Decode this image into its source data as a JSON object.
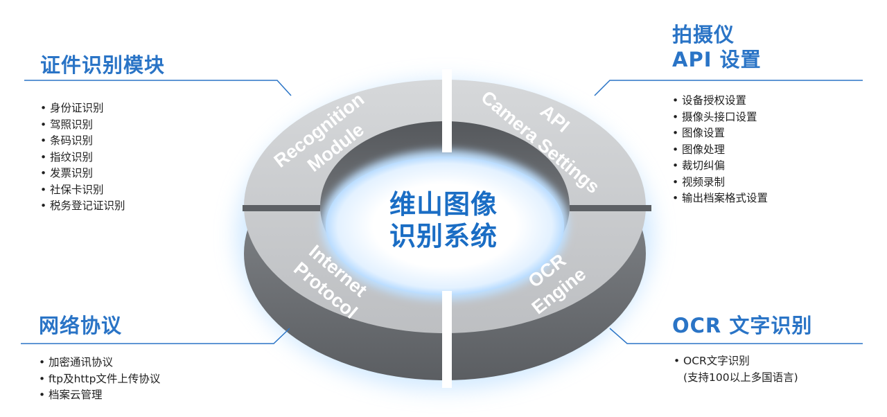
{
  "center": {
    "line1": "维山图像",
    "line2": "识别系统"
  },
  "ring_labels": {
    "top_left": [
      "Recognition",
      "Module"
    ],
    "top_right": [
      "API",
      "Camera Settings"
    ],
    "bottom_left": [
      "Internet",
      "Protocol"
    ],
    "bottom_right": [
      "OCR",
      "Engine"
    ]
  },
  "sections": {
    "top_left": {
      "title": "证件识别模块",
      "items": [
        "身份证识别",
        "驾照识别",
        "条码识别",
        "指纹识别",
        "发票识别",
        "社保卡识别",
        "税务登记证识别"
      ]
    },
    "top_right": {
      "title_line1": "拍摄仪",
      "title_line2": "API 设置",
      "items": [
        "设备授权设置",
        "摄像头接口设置",
        "图像设置",
        "图像处理",
        "裁切纠偏",
        "视频录制",
        "输出档案格式设置"
      ]
    },
    "bottom_left": {
      "title": "网络协议",
      "items": [
        "加密通讯协议",
        "ftp及http文件上传协议",
        "档案云管理"
      ]
    },
    "bottom_right": {
      "title": "OCR 文字识别",
      "items": [
        "OCR文字识别",
        "(支持100以上多国语言)"
      ]
    }
  },
  "colors": {
    "accent": "#2a74c6",
    "ring_top": "#c9cbcd",
    "ring_side": "#7b7e82",
    "glow": "#9fd0ff"
  }
}
